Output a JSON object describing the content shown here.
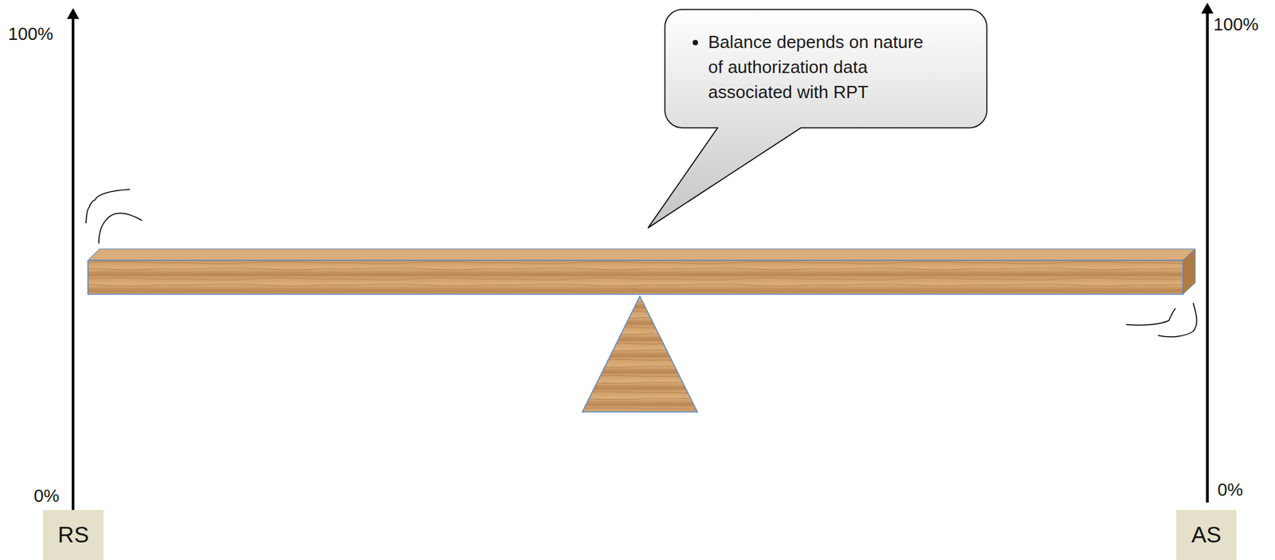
{
  "diagram": {
    "nodes": [
      {
        "text": [
          "Balance depends on nature of authorization data associated with RPT"
        ]
      },
      {
        "text": [
          "RS"
        ]
      },
      {
        "text": [
          "AS"
        ]
      }
    ],
    "labels": [
      "100%",
      "100%",
      "0%",
      "0%"
    ]
  }
}
